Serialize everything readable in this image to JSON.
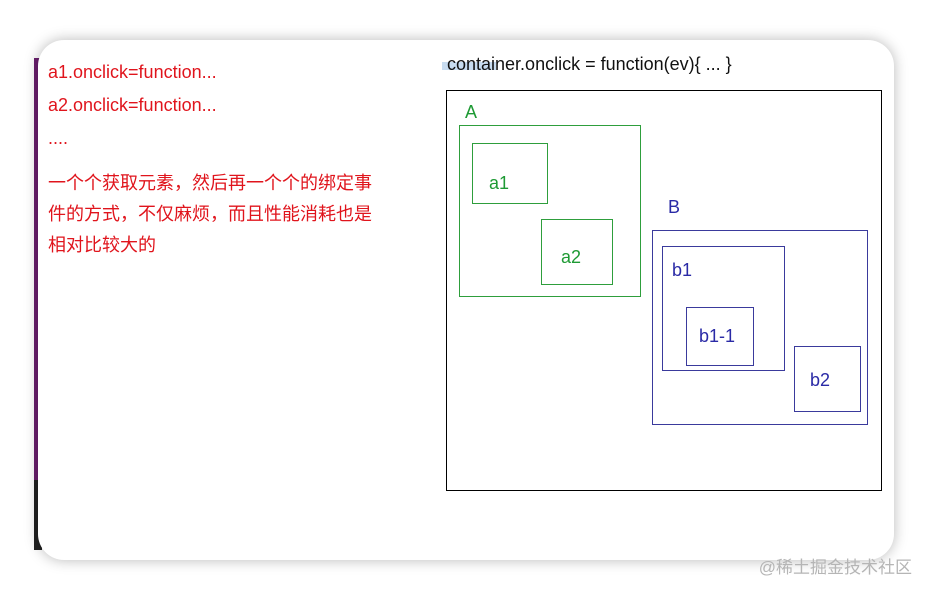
{
  "left_panel": {
    "code_lines": [
      "a1.onclick=function...",
      "a2.onclick=function...",
      "...."
    ],
    "description": "一个个获取元素，然后再一个个的绑定事件的方式，不仅麻烦，而且性能消耗也是相对比较大的"
  },
  "right_panel": {
    "container_code": "container.onclick = function(ev){  ...  }",
    "boxes": {
      "A": "A",
      "a1": "a1",
      "a2": "a2",
      "B": "B",
      "b1": "b1",
      "b1_1": "b1-1",
      "b2": "b2"
    }
  },
  "colors": {
    "red_text": "#e0141c",
    "green": "#2e9e3c",
    "blue": "#3a3a9c"
  },
  "watermark": "@稀土掘金技术社区"
}
